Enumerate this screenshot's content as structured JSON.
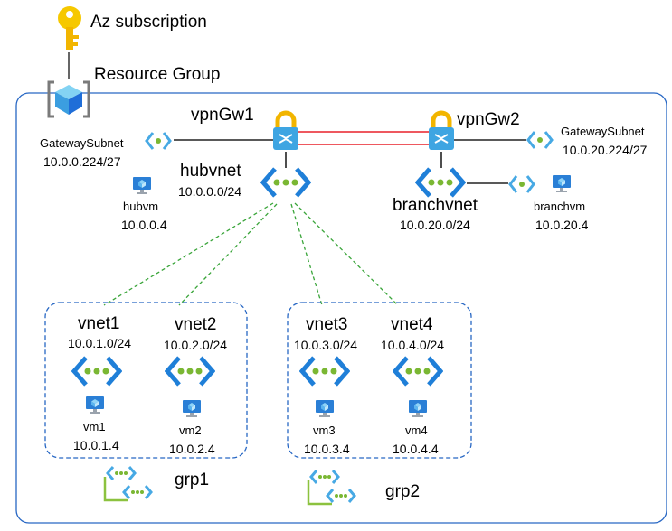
{
  "subscription": {
    "label": "Az subscription"
  },
  "resource_group": {
    "label": "Resource Group"
  },
  "gateways": {
    "vpngw1": {
      "name": "vpnGw1"
    },
    "vpngw2": {
      "name": "vpnGw2"
    }
  },
  "subnets": {
    "hub_gateway": {
      "name": "GatewaySubnet",
      "cidr": "10.0.0.224/27"
    },
    "branch_gateway": {
      "name": "GatewaySubnet",
      "cidr": "10.0.20.224/27"
    }
  },
  "hubvnet": {
    "name": "hubvnet",
    "cidr": "10.0.0.0/24"
  },
  "branchvnet": {
    "name": "branchvnet",
    "cidr": "10.0.20.0/24"
  },
  "vms": {
    "hubvm": {
      "name": "hubvm",
      "ip": "10.0.0.4"
    },
    "branchvm": {
      "name": "branchvm",
      "ip": "10.0.20.4"
    }
  },
  "vnets": [
    {
      "name": "vnet1",
      "cidr": "10.0.1.0/24",
      "vm": "vm1",
      "vm_ip": "10.0.1.4"
    },
    {
      "name": "vnet2",
      "cidr": "10.0.2.0/24",
      "vm": "vm2",
      "vm_ip": "10.0.2.4"
    },
    {
      "name": "vnet3",
      "cidr": "10.0.3.0/24",
      "vm": "vm3",
      "vm_ip": "10.0.3.4"
    },
    {
      "name": "vnet4",
      "cidr": "10.0.4.0/24",
      "vm": "vm4",
      "vm_ip": "10.0.4.4"
    }
  ],
  "groups": {
    "grp1": "grp1",
    "grp2": "grp2"
  },
  "icons": {
    "subscription": "key-icon",
    "resource_group": "resource-group-cube-icon",
    "gateway": "vpn-gateway-lock-icon",
    "vnet": "virtual-network-icon",
    "subnet": "subnet-icon",
    "vm": "virtual-machine-icon",
    "group": "network-group-icon"
  },
  "colors": {
    "azure_blue": "#1f6ed8",
    "vpn_tunnel": "#e8202a",
    "peering_dash": "#3aa53a",
    "vnet_dots": "#7ab733",
    "key_yellow": "#f6c800"
  }
}
